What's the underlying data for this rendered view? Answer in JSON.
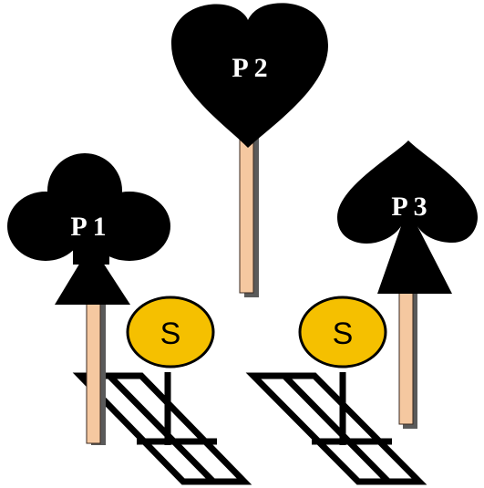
{
  "signs": [
    {
      "id": "p1",
      "label": "P 1",
      "suit": "club"
    },
    {
      "id": "p2",
      "label": "P 2",
      "suit": "heart"
    },
    {
      "id": "p3",
      "label": "P 3",
      "suit": "spade"
    }
  ],
  "sensors": [
    {
      "id": "s1",
      "label": "S"
    },
    {
      "id": "s2",
      "label": "S"
    }
  ],
  "colors": {
    "pole": "#f5c8a0",
    "pole_shadow": "#5a5a5a",
    "sign": "#000000",
    "sign_text": "#ffffff",
    "sensor_fill": "#f5c000",
    "sensor_stroke": "#000000",
    "pad_stroke": "#000000"
  }
}
